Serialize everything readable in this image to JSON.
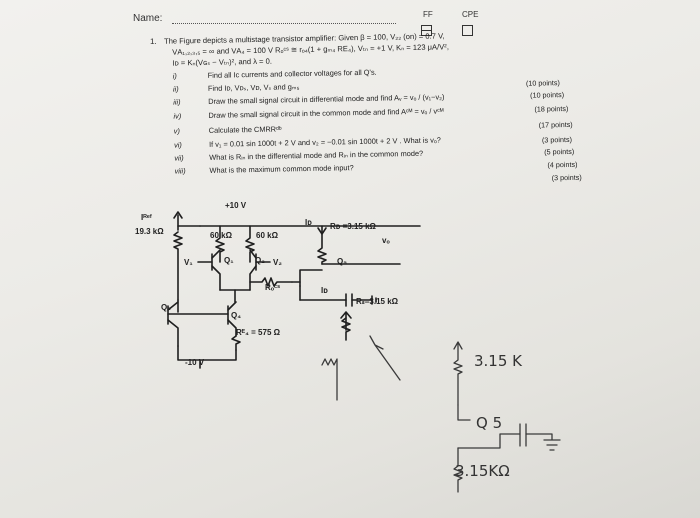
{
  "header": {
    "name_label": "Name:",
    "ff_label": "FF",
    "cpe_label": "CPE"
  },
  "question": {
    "number": "1.",
    "line1": "The Figure depicts a multistage transistor amplifier: Given β = 100, V₂₂ (on) = 0.7 V,",
    "line2": "VА₁,₂,₃,₅ = ∞ and   VА₄ = 100 V  Rₒᶜˢ ≅ rₒ₄(1 + gₘ₄ RΕ₄),  Vₜₙ = +1 V,  Kₙ = 123 μA/V²,",
    "line3": "Iᴅ = Kₙ(Vɢₛ − Vₜₙ)², and λ = 0.",
    "subs": [
      {
        "roman": "i)",
        "text": "Find all Iᴄ currents and collector voltages for all Q's.",
        "points": ""
      },
      {
        "roman": "ii)",
        "text": "Find Iᴅ, Vᴅₛ, Vᴅ, Vₛ and gₘ₅",
        "points": "(10 points)"
      },
      {
        "roman": "iii)",
        "text": "Draw the small signal circuit in differential mode and find Aᵥ = vₒ / (v₁−v₂)",
        "points": "(10 points)"
      },
      {
        "roman": "iv)",
        "text": "Draw the small signal circuit in the common mode and find Aᶜᴹ = vₒ / vᶜᴹ",
        "points": "(18 points)"
      },
      {
        "roman": "v)",
        "text": "Calculate the CMRRᵈᵇ",
        "points": "(17 points)"
      },
      {
        "roman": "vi)",
        "text": "If v₁ = 0.01 sin 1000t + 2 V  and  v₂ = −0.01 sin 1000t + 2 V . What is vₒ?",
        "points": "(3 points)"
      },
      {
        "roman": "vii)",
        "text": "What is Rᵢₙ in the differential mode and Rᵢₙ in the common mode?",
        "points": "(5 points)"
      },
      {
        "roman": "viii)",
        "text": "What is the maximum common mode input?",
        "points": "(4 points)"
      }
    ],
    "last_points": "(3 points)"
  },
  "circuit": {
    "vcc": "+10 V",
    "vee": "-10 V",
    "iref": "Iᴿᵉᶠ",
    "r_ref": "19.3 kΩ",
    "rc1": "60 kΩ",
    "rc2": "60 kΩ",
    "v1": "V₁",
    "v2": "V₂",
    "q1": "Q₁",
    "q2": "Q₂",
    "q3": "Q₃",
    "q4": "Q₄",
    "q5": "Q₅",
    "ro_cs": "Rₒᶜˢ",
    "re4": "Rᴱ₄ = 575 Ω",
    "id": "Iᴅ",
    "rd": "Rᴅ =3.15 kΩ",
    "vo": "vₒ",
    "io": "Iᴅ",
    "rs": "Rₛ=3.15 kΩ"
  },
  "handwriting": {
    "r_top": "3.15 K",
    "q5": "Q 5",
    "r_bottom": "3.15KΩ"
  }
}
